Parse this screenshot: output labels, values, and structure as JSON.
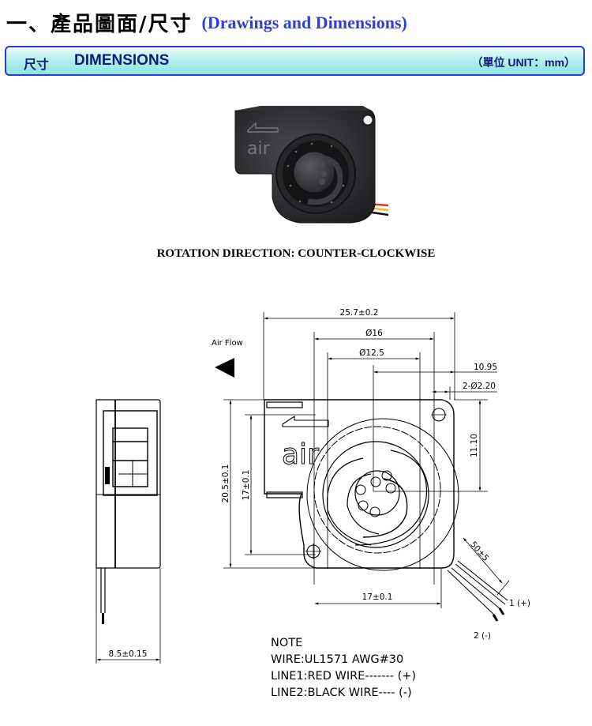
{
  "header": {
    "title_zh": "一、產品圖面/尺寸",
    "title_en": "(Drawings and Dimensions)"
  },
  "section_bar": {
    "label_zh": "尺寸",
    "label_en": "DIMENSIONS",
    "unit": "（單位 UNIT：mm）"
  },
  "photo": {
    "embossed_text": "air"
  },
  "rotation_caption": "ROTATION DIRECTION: COUNTER-CLOCKWISE",
  "drawing": {
    "air_flow_label": "Air Flow",
    "housing_text": "air",
    "dims": {
      "overall_width": "25.7±0.2",
      "dia_outer": "Ø16",
      "dia_inner": "Ø12.5",
      "hole_offset": "10.95",
      "holes": "2-Ø2.20",
      "hole_spacing_v": "11.10",
      "overall_height": "20.5±0.1",
      "inner_height": "17±0.1",
      "hole_spacing_h": "17±0.1",
      "wire_length": "50±5",
      "thickness": "8.5±0.15"
    },
    "wire_labels": {
      "wire1": "1 (+)",
      "wire2": "2 (-)"
    }
  },
  "note": {
    "heading": "NOTE",
    "lines": [
      "WIRE:UL1571 AWG#30",
      "LINE1:RED WIRE------- (+)",
      "LINE2:BLACK WIRE---- (-)"
    ]
  },
  "colors": {
    "title_blue": "#2f3fd6",
    "bar_border": "#2b3bd0",
    "bar_text": "#101a7a",
    "wire_red": "#d8322a",
    "wire_yellow": "#e8b81a"
  }
}
